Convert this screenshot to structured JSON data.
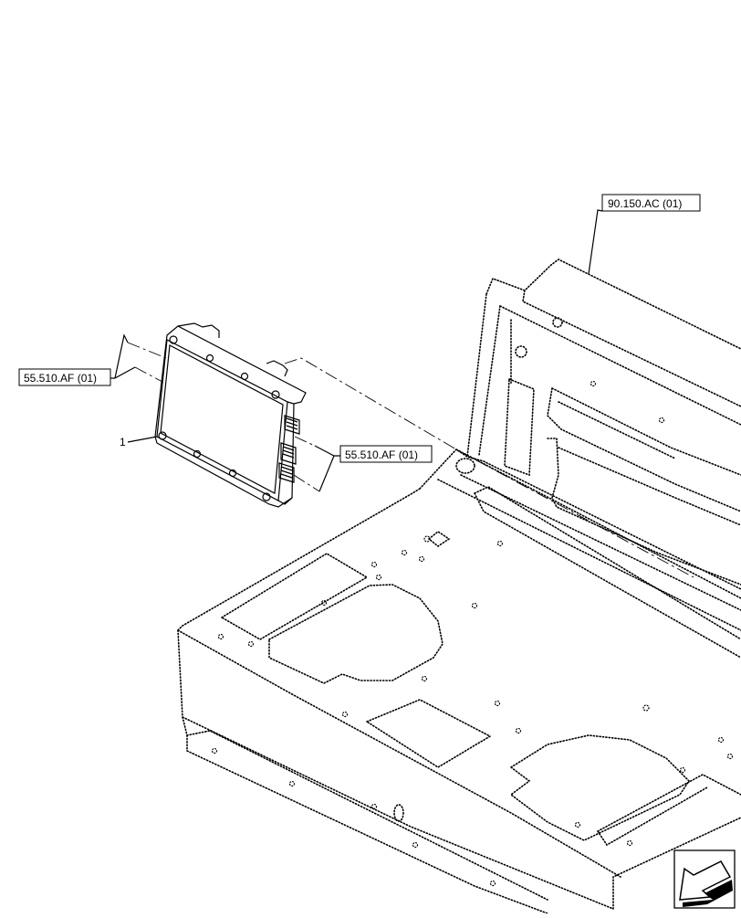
{
  "callouts": {
    "frame_ref": "90.150.AC (01)",
    "harness_ref_left": "55.510.AF (01)",
    "harness_ref_right": "55.510.AF (01)",
    "item_number": "1"
  },
  "icons": {
    "navigation": "arrow-navigation-icon"
  }
}
